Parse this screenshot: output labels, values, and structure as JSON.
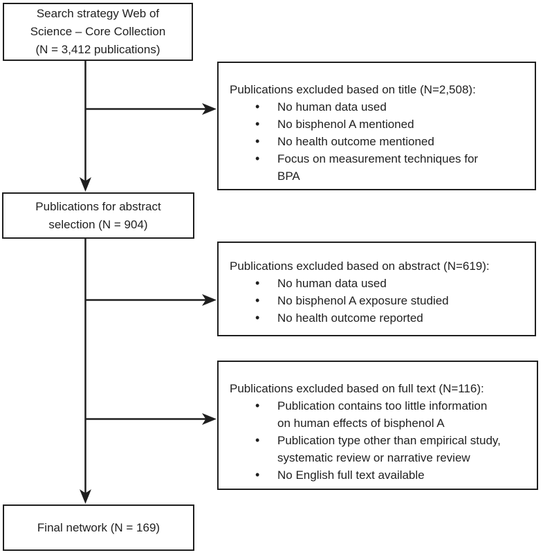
{
  "diagram": {
    "background_color": "#ffffff",
    "line_color": "#1f1f1f",
    "nodes": {
      "search": {
        "lines": [
          "Search strategy Web of",
          "Science – Core Collection",
          "(N = 3,412 publications)"
        ]
      },
      "title_exclusion": {
        "title": "Publications excluded based on title (N=2,508):",
        "bullets": [
          [
            "No human data used"
          ],
          [
            "No bisphenol A mentioned"
          ],
          [
            "No health outcome mentioned"
          ],
          [
            "Focus on measurement techniques for",
            "BPA"
          ]
        ]
      },
      "abstract_selection": {
        "lines": [
          "Publications for abstract",
          "selection (N = 904)"
        ]
      },
      "abstract_exclusion": {
        "title": "Publications excluded based on abstract (N=619):",
        "bullets": [
          [
            "No human data used"
          ],
          [
            "No bisphenol A exposure studied"
          ],
          [
            "No health outcome reported"
          ]
        ]
      },
      "fulltext_exclusion": {
        "title": "Publications excluded based on full text (N=116):",
        "bullets": [
          [
            "Publication contains too little information",
            "on human effects of bisphenol A"
          ],
          [
            "Publication type other than empirical study,",
            "systematic review or narrative review"
          ],
          [
            "No English full text available"
          ]
        ]
      },
      "final": {
        "text": "Final network (N = 169)"
      }
    },
    "edges": [
      {
        "from": "search",
        "to": "title_exclusion"
      },
      {
        "from": "search",
        "to": "abstract_selection"
      },
      {
        "from": "abstract_selection",
        "to": "abstract_exclusion"
      },
      {
        "from": "abstract_selection",
        "to": "fulltext_exclusion"
      },
      {
        "from": "abstract_selection",
        "to": "final"
      }
    ]
  }
}
